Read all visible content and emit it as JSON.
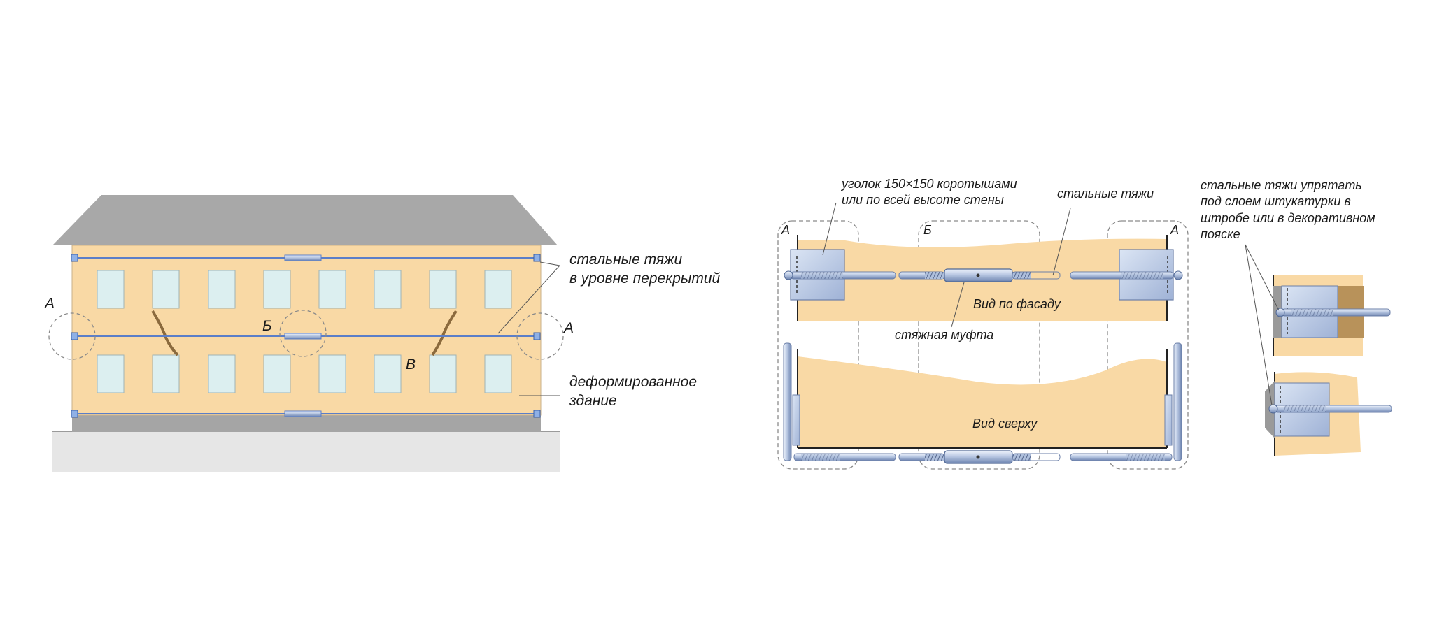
{
  "elevation": {
    "marker_a_left": "А",
    "marker_a_right": "А",
    "marker_b": "Б",
    "marker_v": "В",
    "label_ties_line1": "стальные тяжи",
    "label_ties_line2": "в уровне перекрытий",
    "label_deformed_line1": "деформированное",
    "label_deformed_line2": "здание"
  },
  "detail_views": {
    "marker_a_left": "А",
    "marker_b": "Б",
    "marker_a_right": "А",
    "label_angle_line1": "уголок 150×150 коротышами",
    "label_angle_line2": "или по всей высоте стены",
    "label_steel_ties": "стальные тяжи",
    "label_facade_view": "Вид по фасаду",
    "label_coupling": "стяжная муфта",
    "label_top_view": "Вид сверху"
  },
  "section_details": {
    "label_line1": "стальные тяжи упрятать",
    "label_line2": "под слоем штукатурки в",
    "label_line3": "штробе или в декоративном",
    "label_line4": "пояске"
  },
  "colors": {
    "wall": "#f9d9a5",
    "roof": "#a8a8a8",
    "window": "#dceff0",
    "tie": "#5b7ec8",
    "ground": "#e6e6e6",
    "plinth": "#a5a5a5",
    "steel": "#b6c6e2"
  }
}
